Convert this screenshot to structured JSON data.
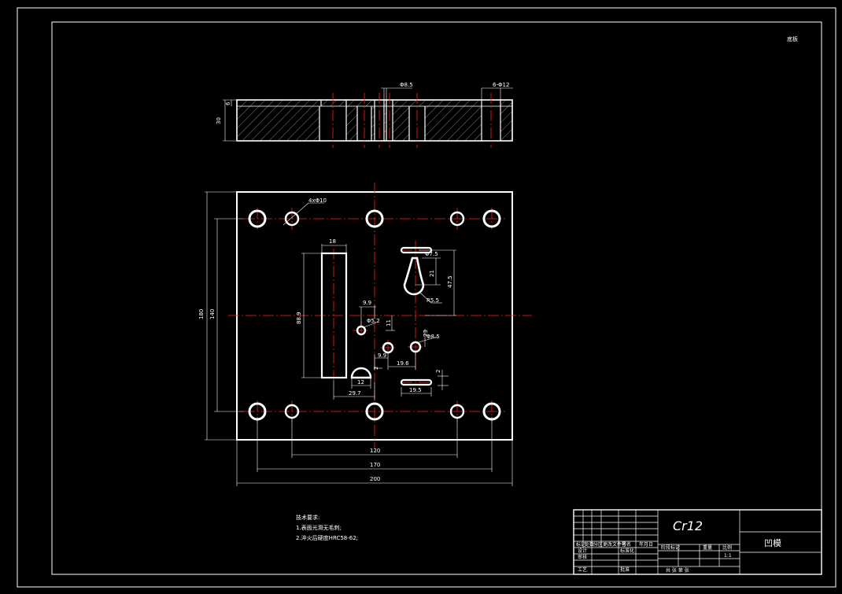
{
  "corner_label": "底板",
  "section_view": {
    "dim_height": "30",
    "dim_recess": "6",
    "dim_small_hole": "Φ8.5",
    "dim_counterbore": "6-Φ12"
  },
  "plan_view": {
    "dim_holes": "4xΦ10",
    "dim_slot_width": "18",
    "dim_slot_length": "88.9",
    "dim_drop_width": "Φ7.5",
    "dim_drop_length": "21",
    "dim_drop_height": "47.5",
    "dim_drop_radius": "R5.5",
    "dim_9_9_top": "9.9",
    "dim_phi52": "Φ5.2",
    "dim_11": "11",
    "dim_23": "23",
    "dim_phi85": "Φ8.5",
    "dim_9_9_bottom": "9.9",
    "dim_19_6": "19.6",
    "dim_2_left": "2",
    "dim_2_right": "2",
    "dim_12": "12",
    "dim_19_5": "19.5",
    "dim_29_7": "29.7",
    "dim_180": "180",
    "dim_140": "140",
    "dim_120": "120",
    "dim_170": "170",
    "dim_200": "200"
  },
  "notes": {
    "title": "技术要求:",
    "line1": "1.表面光滑无毛刺;",
    "line2": "2.淬火后硬度HRC58-62;"
  },
  "title_block": {
    "material": "Cr12",
    "part_name": "凹模",
    "row_labels": [
      "设计",
      "审核",
      "工艺"
    ],
    "col_labels": [
      "标记",
      "处数",
      "分区",
      "更改文件号",
      "签名",
      "年月日"
    ],
    "stage_label": "阶段标记",
    "weight_label": "重量",
    "scale_label": "比例",
    "scale_value": "1:1",
    "standard_label": "标准化",
    "approve_label": "批准",
    "sheet_label": "共 张 第 张"
  },
  "colors": {
    "background": "#000000",
    "lines": "#ffffff",
    "centerlines": "#ff2020"
  }
}
